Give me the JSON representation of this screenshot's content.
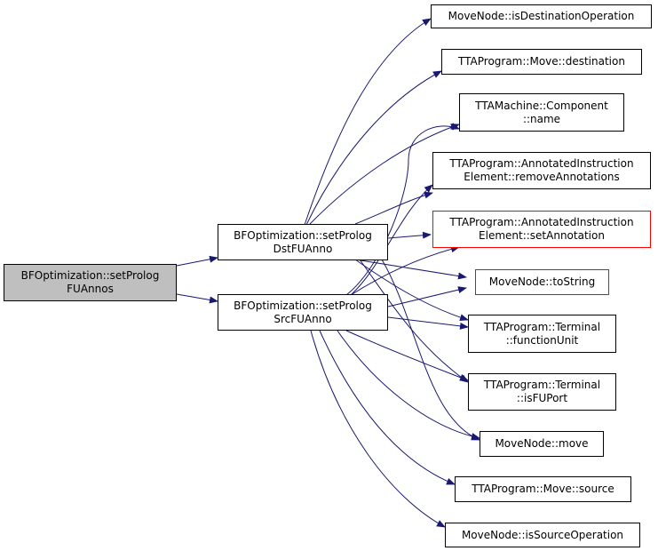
{
  "colors": {
    "edge": "#191970",
    "root_fill": "#bfbfbf",
    "border": "#000000",
    "highlight_border": "#ff0000"
  },
  "nodes": {
    "root": {
      "line1": "BFOptimization::setProlog",
      "line2": "FUAnnos"
    },
    "dst": {
      "line1": "BFOptimization::setProlog",
      "line2": "DstFUAnno"
    },
    "src": {
      "line1": "BFOptimization::setProlog",
      "line2": "SrcFUAnno"
    },
    "isDest": {
      "line1": "MoveNode::isDestinationOperation"
    },
    "moveDest": {
      "line1": "TTAProgram::Move::destination"
    },
    "compName": {
      "line1": "TTAMachine::Component",
      "line2": "::name"
    },
    "removeAnn": {
      "line1": "TTAProgram::AnnotatedInstruction",
      "line2": "Element::removeAnnotations"
    },
    "setAnn": {
      "line1": "TTAProgram::AnnotatedInstruction",
      "line2": "Element::setAnnotation"
    },
    "toString": {
      "line1": "MoveNode::toString"
    },
    "funcUnit": {
      "line1": "TTAProgram::Terminal",
      "line2": "::functionUnit"
    },
    "isFUPort": {
      "line1": "TTAProgram::Terminal",
      "line2": "::isFUPort"
    },
    "move": {
      "line1": "MoveNode::move"
    },
    "moveSource": {
      "line1": "TTAProgram::Move::source"
    },
    "isSource": {
      "line1": "MoveNode::isSourceOperation"
    }
  }
}
